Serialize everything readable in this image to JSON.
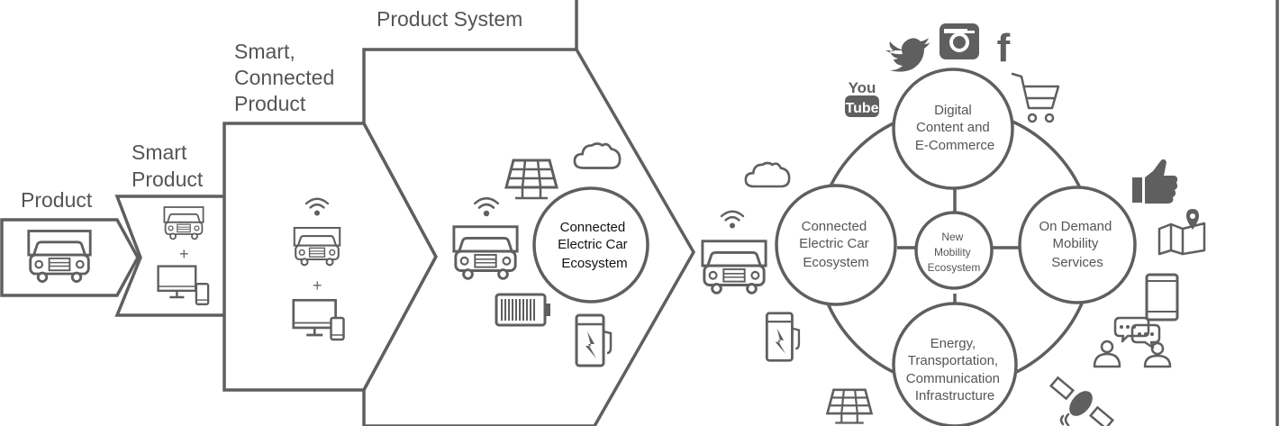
{
  "stages": {
    "product": "Product",
    "smart_product": [
      "Smart",
      "Product"
    ],
    "smart_connected_product": [
      "Smart,",
      "Connected",
      "Product"
    ],
    "product_system": "Product System"
  },
  "plus_sign": "+",
  "ecosystem_small": [
    "Connected",
    "Electric Car",
    "Ecosystem"
  ],
  "system_of_systems": {
    "center": [
      "New",
      "Mobility",
      "Ecosystem"
    ],
    "top": [
      "Digital",
      "Content and",
      "E-Commerce"
    ],
    "left": [
      "Connected",
      "Electric Car",
      "Ecosystem"
    ],
    "right": [
      "On Demand",
      "Mobility",
      "Services"
    ],
    "bottom": [
      "Energy,",
      "Transportation,",
      "Communication",
      "Infrastructure"
    ]
  },
  "logos": {
    "youtube_top": "You",
    "youtube_bottom": "Tube",
    "facebook": "f"
  },
  "icons": [
    "car-icon",
    "wifi-icon",
    "monitor-icon",
    "phone-icon",
    "solar-panel-icon",
    "cloud-icon",
    "battery-icon",
    "charging-station-icon",
    "twitter-icon",
    "instagram-icon",
    "facebook-icon",
    "youtube-icon",
    "shopping-cart-icon",
    "thumbs-up-icon",
    "map-icon",
    "tablet-icon",
    "chat-users-icon",
    "satellite-icon"
  ],
  "colors": {
    "stroke": "#5f5f5f",
    "text": "#555555"
  }
}
